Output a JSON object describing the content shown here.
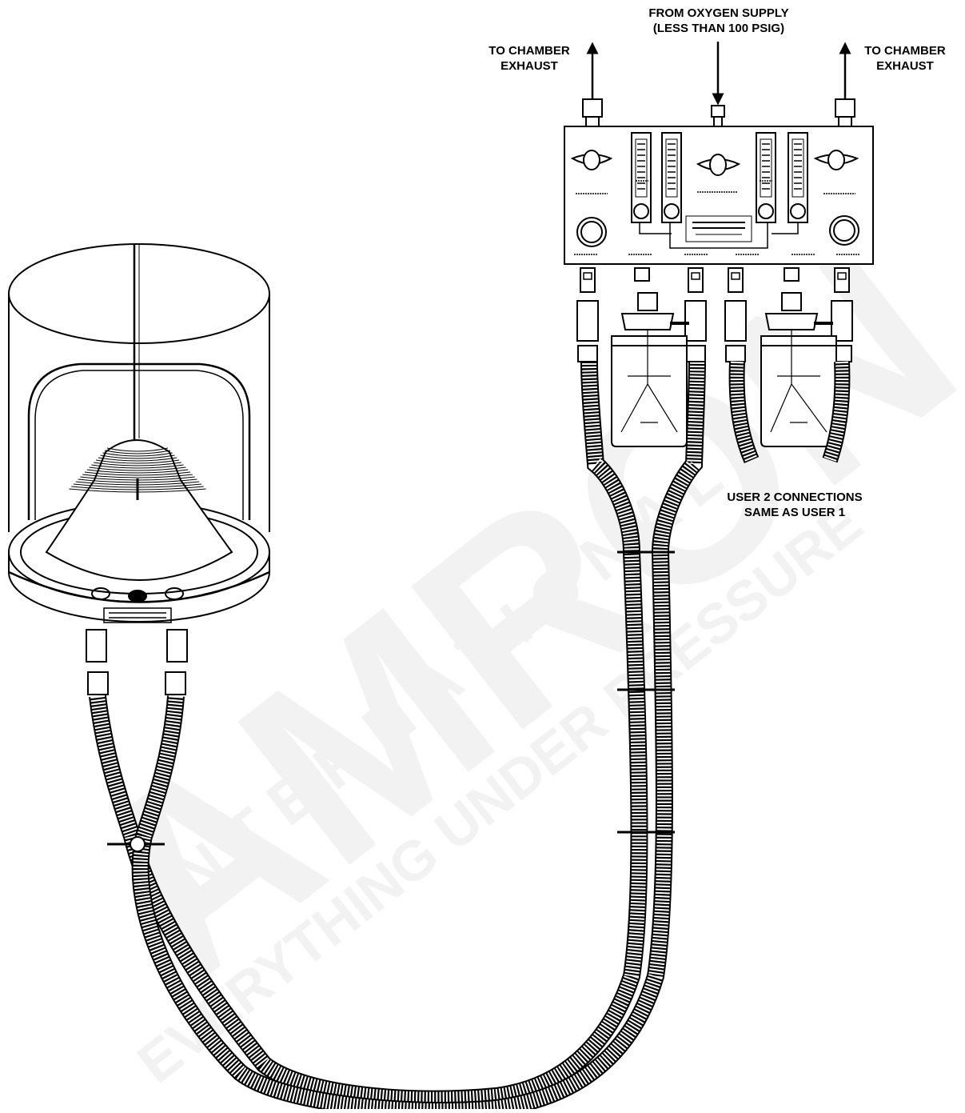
{
  "labels": {
    "exhaust_left": [
      "TO CHAMBER",
      "EXHAUST"
    ],
    "exhaust_right": [
      "TO CHAMBER",
      "EXHAUST"
    ],
    "oxygen_supply": [
      "FROM OXYGEN SUPPLY",
      "(LESS THAN 100 PSIG)"
    ],
    "user2_note": [
      "USER 2 CONNECTIONS",
      "SAME AS USER 1"
    ]
  },
  "watermark": {
    "brand": "AMRON",
    "tagline_spaced": "I N T E R N A T I O N A L",
    "slogan": "EVERYTHING UNDER PRESSURE"
  },
  "colors": {
    "line": "#000000",
    "background": "#ffffff",
    "watermark": "#f0f0f0"
  }
}
